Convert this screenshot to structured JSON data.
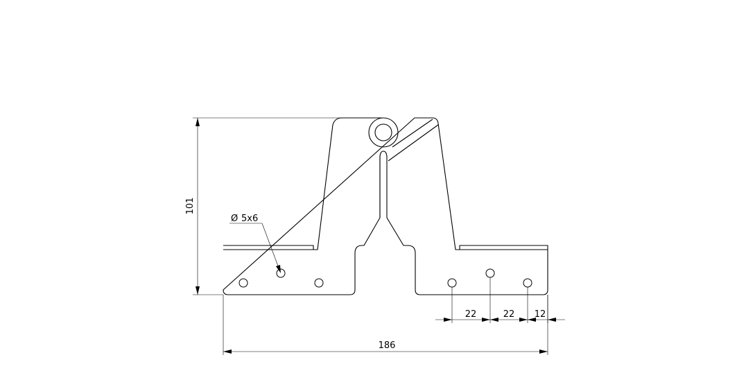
{
  "drawing": {
    "hole_callout": {
      "symbol": "Ø",
      "text": "5x6"
    },
    "dimensions": {
      "overall_width": "186",
      "overall_height": "101",
      "hole_spacing_1": "22",
      "hole_spacing_2": "22",
      "edge_offset": "12"
    }
  }
}
